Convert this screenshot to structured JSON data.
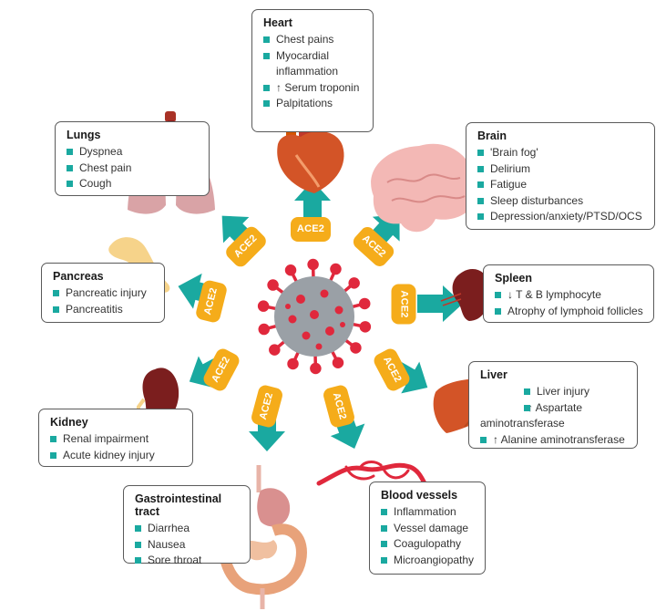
{
  "receptor_label": "ACE2",
  "colors": {
    "arrow": "#1aa9a0",
    "receptor": "#f5ac1a",
    "virus_body": "#9aa0a6",
    "virus_spike": "#e0283c",
    "bullet": "#1aa9a0"
  },
  "organs": {
    "heart": {
      "title": "Heart",
      "items": [
        "Chest pains",
        "Myocardial",
        "inflammation",
        "↑ Serum troponin",
        "Palpitations"
      ]
    },
    "lungs": {
      "title": "Lungs",
      "items": [
        "Dyspnea",
        "Chest pain",
        "Cough"
      ]
    },
    "brain": {
      "title": "Brain",
      "items": [
        "'Brain fog'",
        "Delirium",
        "Fatigue",
        "Sleep disturbances",
        "Depression/anxiety/PTSD/OCS"
      ]
    },
    "pancreas": {
      "title": "Pancreas",
      "items": [
        "Pancreatic injury",
        "Pancreatitis"
      ]
    },
    "spleen": {
      "title": "Spleen",
      "items": [
        "↓ T & B lymphocyte",
        "Atrophy of lymphoid follicles"
      ]
    },
    "liver": {
      "title": "Liver",
      "items": [
        "Liver injury",
        "↑ Aspartate",
        "aminotransferase",
        "↑ Alanine aminotransferase"
      ]
    },
    "kidney": {
      "title": "Kidney",
      "items": [
        "Renal impairment",
        "Acute kidney injury"
      ]
    },
    "gi": {
      "title": "Gastrointestinal tract",
      "items": [
        "Diarrhea",
        "Nausea",
        "Sore throat"
      ]
    },
    "vessels": {
      "title": "Blood vessels",
      "items": [
        "Inflammation",
        "Vessel damage",
        "Coagulopathy",
        "Microangiopathy"
      ]
    }
  }
}
